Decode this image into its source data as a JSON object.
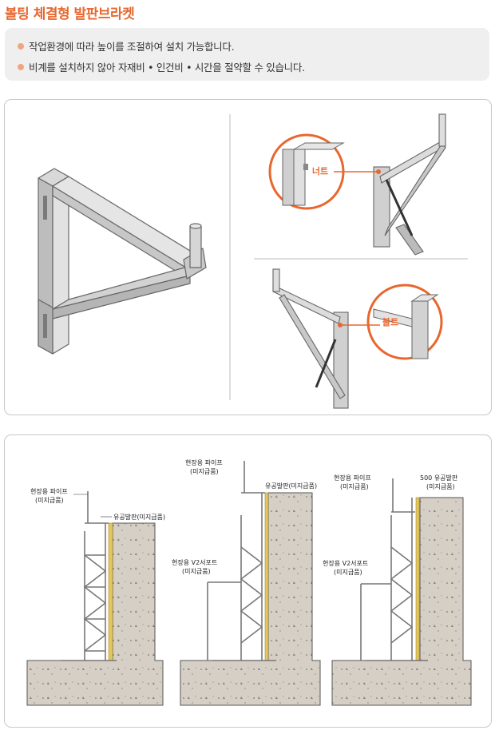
{
  "title": "볼팅 체결형 발판브라켓",
  "bullets": [
    "작업환경에 따라 높이를 조절하여 설치 가능합니다.",
    "비계를 설치하지 않아 자재비 • 인건비 • 시간을 절약할 수 있습니다."
  ],
  "callouts": {
    "nut": "너트",
    "bolt": "볼트"
  },
  "install": {
    "d1": {
      "pipe": "현장용 파이프",
      "pipe_sub": "(미지급품)",
      "deck": "유공발판(미지급품)"
    },
    "d2": {
      "pipe": "현장용 파이프",
      "pipe_sub": "(미지급품)",
      "deck": "유공발판(미지급품)",
      "support": "현장용 V2서포트",
      "support_sub": "(미지급품)"
    },
    "d3": {
      "pipe": "현장용 파이프",
      "pipe_sub": "(미지급품)",
      "deck": "500 유공발판",
      "deck_sub": "(미지급품)",
      "support": "현장용 V2서포트",
      "support_sub": "(미지급품)"
    }
  },
  "colors": {
    "accent": "#e8672f",
    "bullet_dot": "#f0a582",
    "bullet_bg": "#efefef",
    "steel": "#bfbfbf",
    "concrete": "#d6cfc6"
  }
}
